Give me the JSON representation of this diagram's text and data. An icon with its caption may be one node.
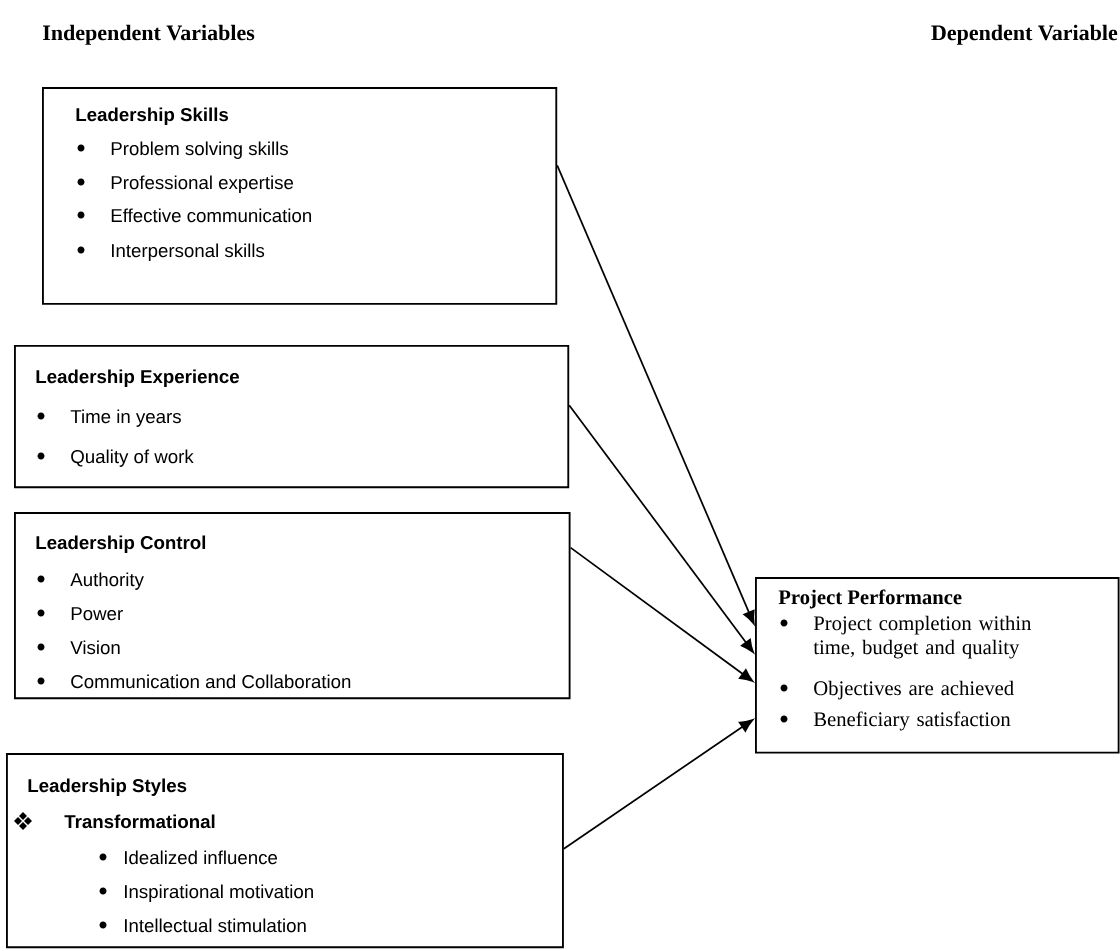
{
  "diagram": {
    "nodes": [
      {
        "text": [
          "Leadership Skills",
          "Problem solving skills",
          "Professional expertise",
          "Effective communication",
          "Interpersonal skills"
        ]
      },
      {
        "text": [
          "Leadership Experience",
          "Time in years",
          "Quality of work"
        ]
      },
      {
        "text": [
          "Leadership Control",
          "Authority",
          "Power",
          "Vision",
          "Communication and Collaboration"
        ]
      },
      {
        "text": [
          "Leadership Styles",
          "Transformational",
          "Idealized influence",
          "Inspirational motivation",
          "Intellectual stimulation"
        ]
      },
      {
        "text": [
          "Project Performance",
          "Project completion within time, budget and quality",
          "Objectives are achieved",
          "Beneficiary satisfaction"
        ]
      }
    ],
    "edges": [
      {
        "from": 0,
        "to": 4,
        "arrow": "to"
      },
      {
        "from": 1,
        "to": 4,
        "arrow": "to"
      },
      {
        "from": 2,
        "to": 4,
        "arrow": "to"
      },
      {
        "from": 3,
        "to": 4,
        "arrow": "to"
      }
    ],
    "labels": [
      "Independent Variables",
      "Dependent Variable"
    ]
  }
}
